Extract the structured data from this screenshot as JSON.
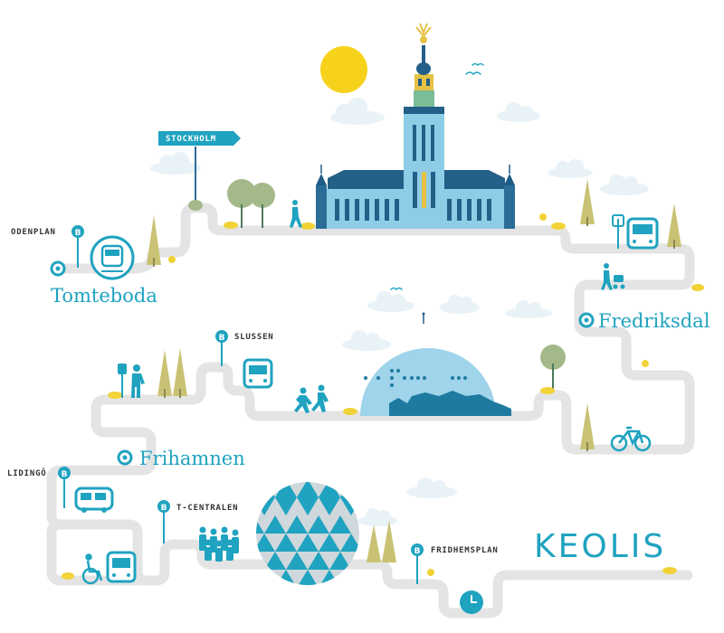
{
  "sign": "STOCKHOLM",
  "stops": {
    "odenplan": "ODENPLAN",
    "slussen": "SLUSSEN",
    "lidingo": "LIDINGÖ",
    "tcentralen": "T-CENTRALEN",
    "fridhemsplan": "FRIDHEMSPLAN"
  },
  "stations": {
    "tomteboda": "Tomteboda",
    "fredriksdal": "Fredriksdal",
    "frihamnen": "Frihamnen"
  },
  "stop_badge": "B",
  "brand": "KEOLIS",
  "colors": {
    "teal": "#1fa3c0",
    "road": "#e4e4e4",
    "sky": "#9fd4ea",
    "sun": "#f7d21c",
    "green": "#a3b98a",
    "olive": "#c9c274",
    "yellow": "#f1d338"
  }
}
